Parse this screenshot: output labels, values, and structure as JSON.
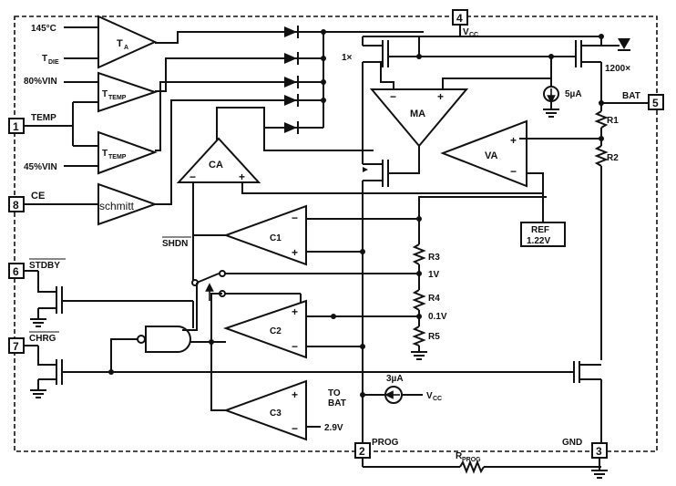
{
  "pins": {
    "p1": {
      "num": "1",
      "name": "TEMP"
    },
    "p2": {
      "num": "2",
      "name": "PROG"
    },
    "p3": {
      "num": "3",
      "name": "GND"
    },
    "p4": {
      "num": "4",
      "name": "V",
      "sub": "CC"
    },
    "p5": {
      "num": "5",
      "name": "BAT"
    },
    "p6": {
      "num": "6",
      "name": "STDBY"
    },
    "p7": {
      "num": "7",
      "name": "CHRG"
    },
    "p8": {
      "num": "8",
      "name": "CE"
    }
  },
  "inputs": {
    "t145": "145°C",
    "tdie": "T",
    "tdie_sub": "DIE",
    "vin80": "80%VIN",
    "vin45": "45%VIN",
    "shdn": "SHDN"
  },
  "blocks": {
    "ta": "T",
    "ta_sub": "A",
    "ttemp": "T",
    "ttemp_sub": "TEMP",
    "schmitt": "schmitt",
    "ca": "CA",
    "ma": "MA",
    "va": "VA",
    "c1": "C1",
    "c2": "C2",
    "c3": "C3"
  },
  "labels": {
    "ref_line1": "REF",
    "ref_line2": "1.22V",
    "one_x": "1×",
    "x1200": "1200×",
    "i5ua": "5µA",
    "i3ua": "3µA",
    "vcc": "V",
    "vcc_sub": "CC",
    "r1": "R1",
    "r2": "R2",
    "r3": "R3",
    "r4": "R4",
    "r5": "R5",
    "rprog": "R",
    "rprog_sub": "PROG",
    "v1": "1V",
    "v01": "0.1V",
    "v29": "2.9V",
    "to": "TO",
    "bat": "BAT",
    "plus": "+",
    "minus": "−"
  }
}
